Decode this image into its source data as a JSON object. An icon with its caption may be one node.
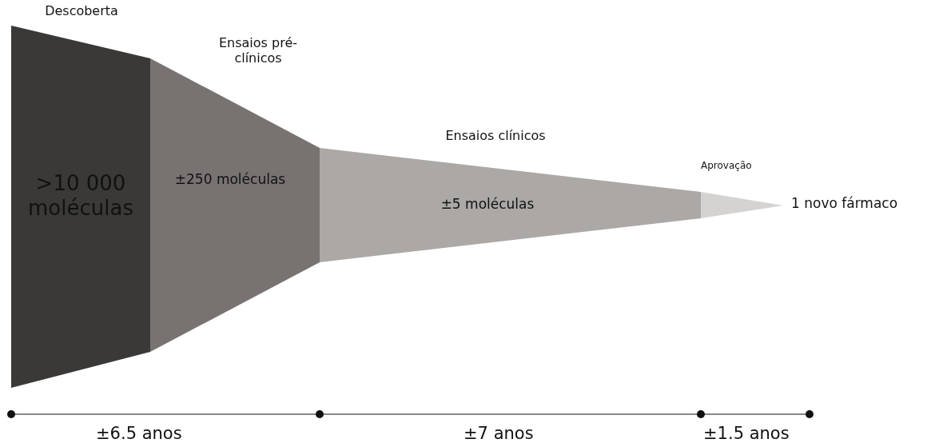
{
  "diagram": {
    "nodes": [
      {
        "text": [
          "Descoberta",
          ">10 000 moléculas"
        ]
      },
      {
        "text": [
          "Ensaios pré-clínicos",
          "±250 moléculas"
        ]
      },
      {
        "text": [
          "Ensaios clínicos",
          "±5 moléculas"
        ]
      },
      {
        "text": [
          "Aprovação"
        ],
        "beside": [
          "1 novo fármaco"
        ]
      }
    ],
    "edges": [],
    "labels": [
      "±6.5 anos",
      "±7 anos",
      "±1.5 anos"
    ]
  }
}
